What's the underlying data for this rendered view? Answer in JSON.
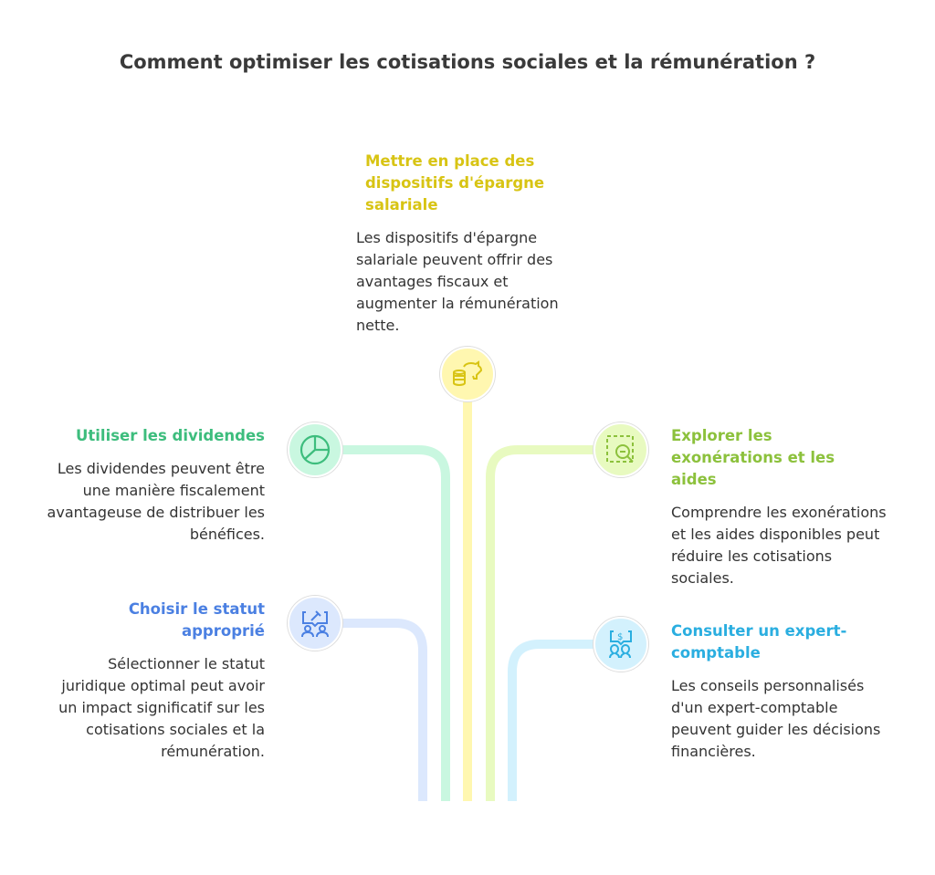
{
  "title": "Comment optimiser les cotisations sociales et la rémunération ?",
  "colors": {
    "yellow": "#d8c414",
    "green": "#3dbd7d",
    "lime": "#8cc13c",
    "blue": "#4b80e2",
    "cyan": "#2aaee0"
  },
  "items": [
    {
      "title": "Mettre en place des dispositifs d'épargne salariale",
      "desc": "Les dispositifs d'épargne salariale peuvent offrir des avantages fiscaux et augmenter la rémunération nette.",
      "icon": "piggy-bank-coins-icon"
    },
    {
      "title": "Utiliser les dividendes",
      "desc": "Les dividendes peuvent être une manière fiscalement avantageuse de distribuer les bénéfices.",
      "icon": "pie-chart-icon"
    },
    {
      "title": "Explorer les exonérations et les aides",
      "desc": "Comprendre les exonérations et les aides disponibles peut réduire les cotisations sociales.",
      "icon": "zoom-out-search-icon"
    },
    {
      "title": "Choisir le statut approprié",
      "desc": "Sélectionner le statut juridique optimal peut avoir un impact significatif sur les cotisations sociales et la rémunération.",
      "icon": "legal-gavel-people-icon"
    },
    {
      "title": "Consulter un expert-comptable",
      "desc": "Les conseils personnalisés d'un expert-comptable peuvent guider les décisions financières.",
      "icon": "money-advice-people-icon"
    }
  ]
}
